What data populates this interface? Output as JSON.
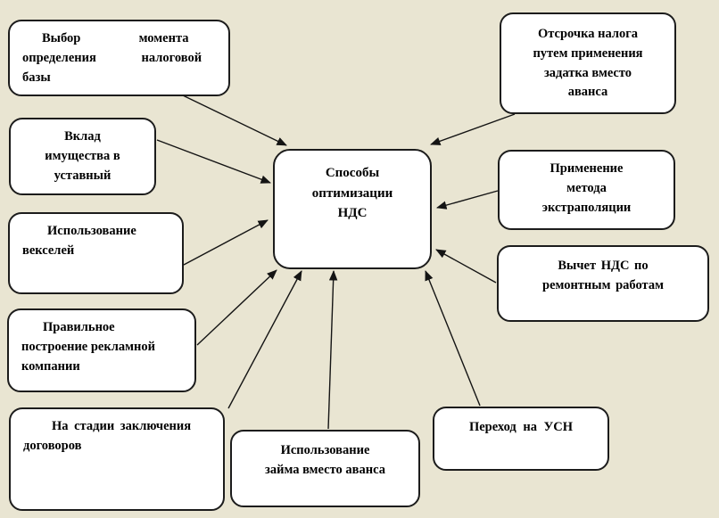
{
  "diagram": {
    "colors": {
      "background": "#e9e5d2",
      "box_fill": "#ffffff",
      "box_border": "#1c1c1c",
      "arrow": "#141414",
      "text": "#000000"
    },
    "center": {
      "id": "vat-optimization-center",
      "label": "Способы\nоптимизации\nНДС"
    },
    "nodes": [
      {
        "id": "tax-base-moment-choice",
        "label": "Выбор                  момента\nопределения              налоговой\nбазы"
      },
      {
        "id": "property-contribution",
        "label": "Вклад\nимущества в\nуставный"
      },
      {
        "id": "promissory-notes",
        "label": "Использование\nвекселей"
      },
      {
        "id": "advertising-campaign",
        "label": "Правильное\nпостроение рекламной\nкомпании"
      },
      {
        "id": "contract-conclusion-stage",
        "label": "На стадии заключения\nдоговоров"
      },
      {
        "id": "loan-instead-of-advance",
        "label": "Использование\nзайма вместо аванса"
      },
      {
        "id": "usn-transition",
        "label": "Переход на УСН"
      },
      {
        "id": "vat-deduction-repairs",
        "label": "Вычет НДС по\nремонтным работам"
      },
      {
        "id": "extrapolation-method",
        "label": "Применение\nметода\nэкстраполяции"
      },
      {
        "id": "tax-deferral-deposit",
        "label": "Отсрочка налога\nпутем применения\nзадатка вместо\nаванса"
      }
    ],
    "edges": [
      {
        "from": "tax-base-moment-choice",
        "to": "vat-optimization-center"
      },
      {
        "from": "property-contribution",
        "to": "vat-optimization-center"
      },
      {
        "from": "promissory-notes",
        "to": "vat-optimization-center"
      },
      {
        "from": "advertising-campaign",
        "to": "vat-optimization-center"
      },
      {
        "from": "contract-conclusion-stage",
        "to": "vat-optimization-center"
      },
      {
        "from": "loan-instead-of-advance",
        "to": "vat-optimization-center"
      },
      {
        "from": "usn-transition",
        "to": "vat-optimization-center"
      },
      {
        "from": "vat-deduction-repairs",
        "to": "vat-optimization-center"
      },
      {
        "from": "extrapolation-method",
        "to": "vat-optimization-center"
      },
      {
        "from": "tax-deferral-deposit",
        "to": "vat-optimization-center"
      }
    ]
  }
}
